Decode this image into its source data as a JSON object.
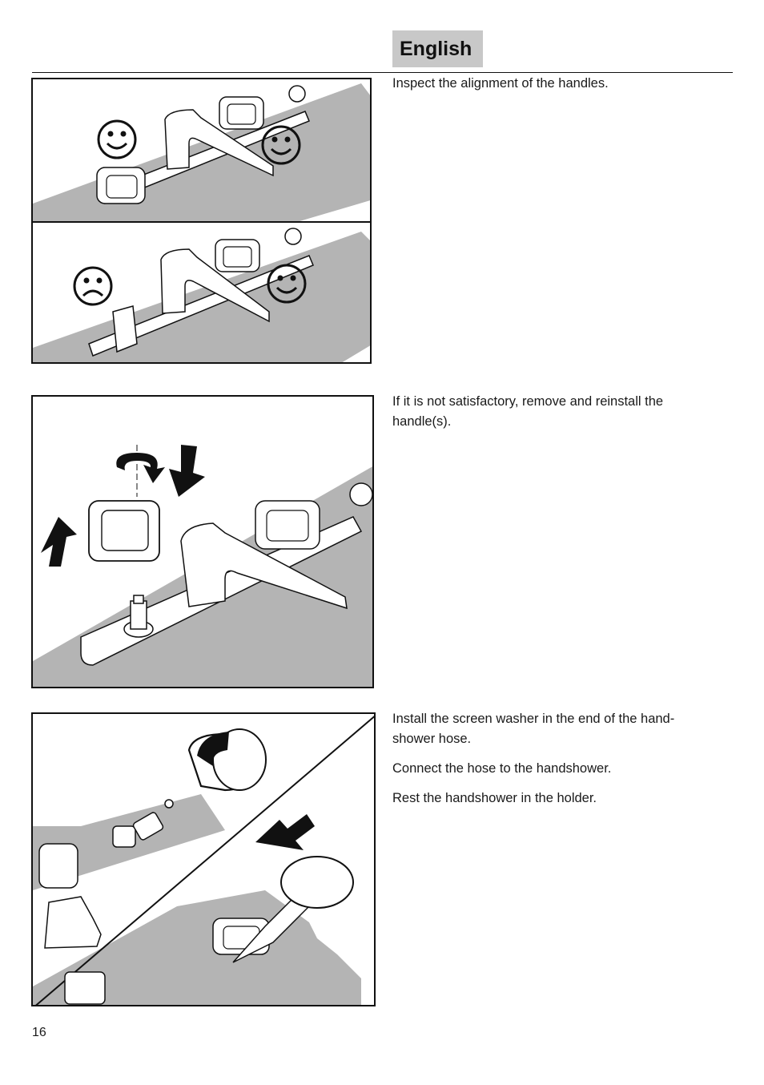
{
  "header": {
    "language": "English"
  },
  "steps": [
    {
      "paragraphs": [
        "Inspect the alignment of the handles."
      ]
    },
    {
      "paragraphs": [
        "If it is not satisfactory, remove and reinstall the handle(s)."
      ]
    },
    {
      "paragraphs": [
        "Install the screen washer in the end of the hand-shower hose.",
        "Connect the hose to the handshower.",
        "Rest the handshower in the holder."
      ]
    }
  ],
  "footer": {
    "page_number": "16"
  },
  "colors": {
    "surface": "#b4b4b4",
    "ink": "#111111",
    "tab_bg": "#c8c8c8"
  },
  "icons": [
    "smiley-happy-icon",
    "smiley-sad-icon",
    "rotate-arrow-icon",
    "arrow-up-icon",
    "arrow-down-icon",
    "arrow-left-icon"
  ]
}
